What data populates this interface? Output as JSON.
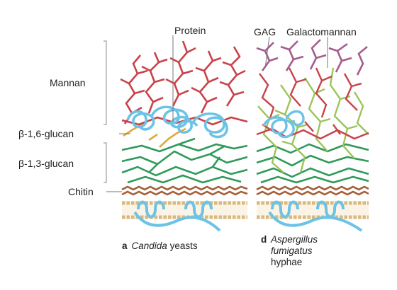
{
  "labels": {
    "protein": "Protein",
    "gag": "GAG",
    "galactomannan": "Galactomannan",
    "mannan": "Mannan",
    "beta16": "β-1,6-glucan",
    "beta13": "β-1,3-glucan",
    "chitin": "Chitin"
  },
  "panel_a": {
    "letter": "a",
    "species": "Candida",
    "rest": " yeasts"
  },
  "panel_d": {
    "letter": "d",
    "line1": "Aspergillus",
    "line2": "fumigatus",
    "line3": "hyphae"
  },
  "colors": {
    "mannan": "#c9424a",
    "protein": "#6cc3e6",
    "beta16": "#e2a83c",
    "beta13": "#2f9a5a",
    "chitin": "#a5603a",
    "gag": "#a65b8f",
    "galactomannan_green": "#9cc45a",
    "membrane": "#dcc08a",
    "bracket": "#888888"
  }
}
